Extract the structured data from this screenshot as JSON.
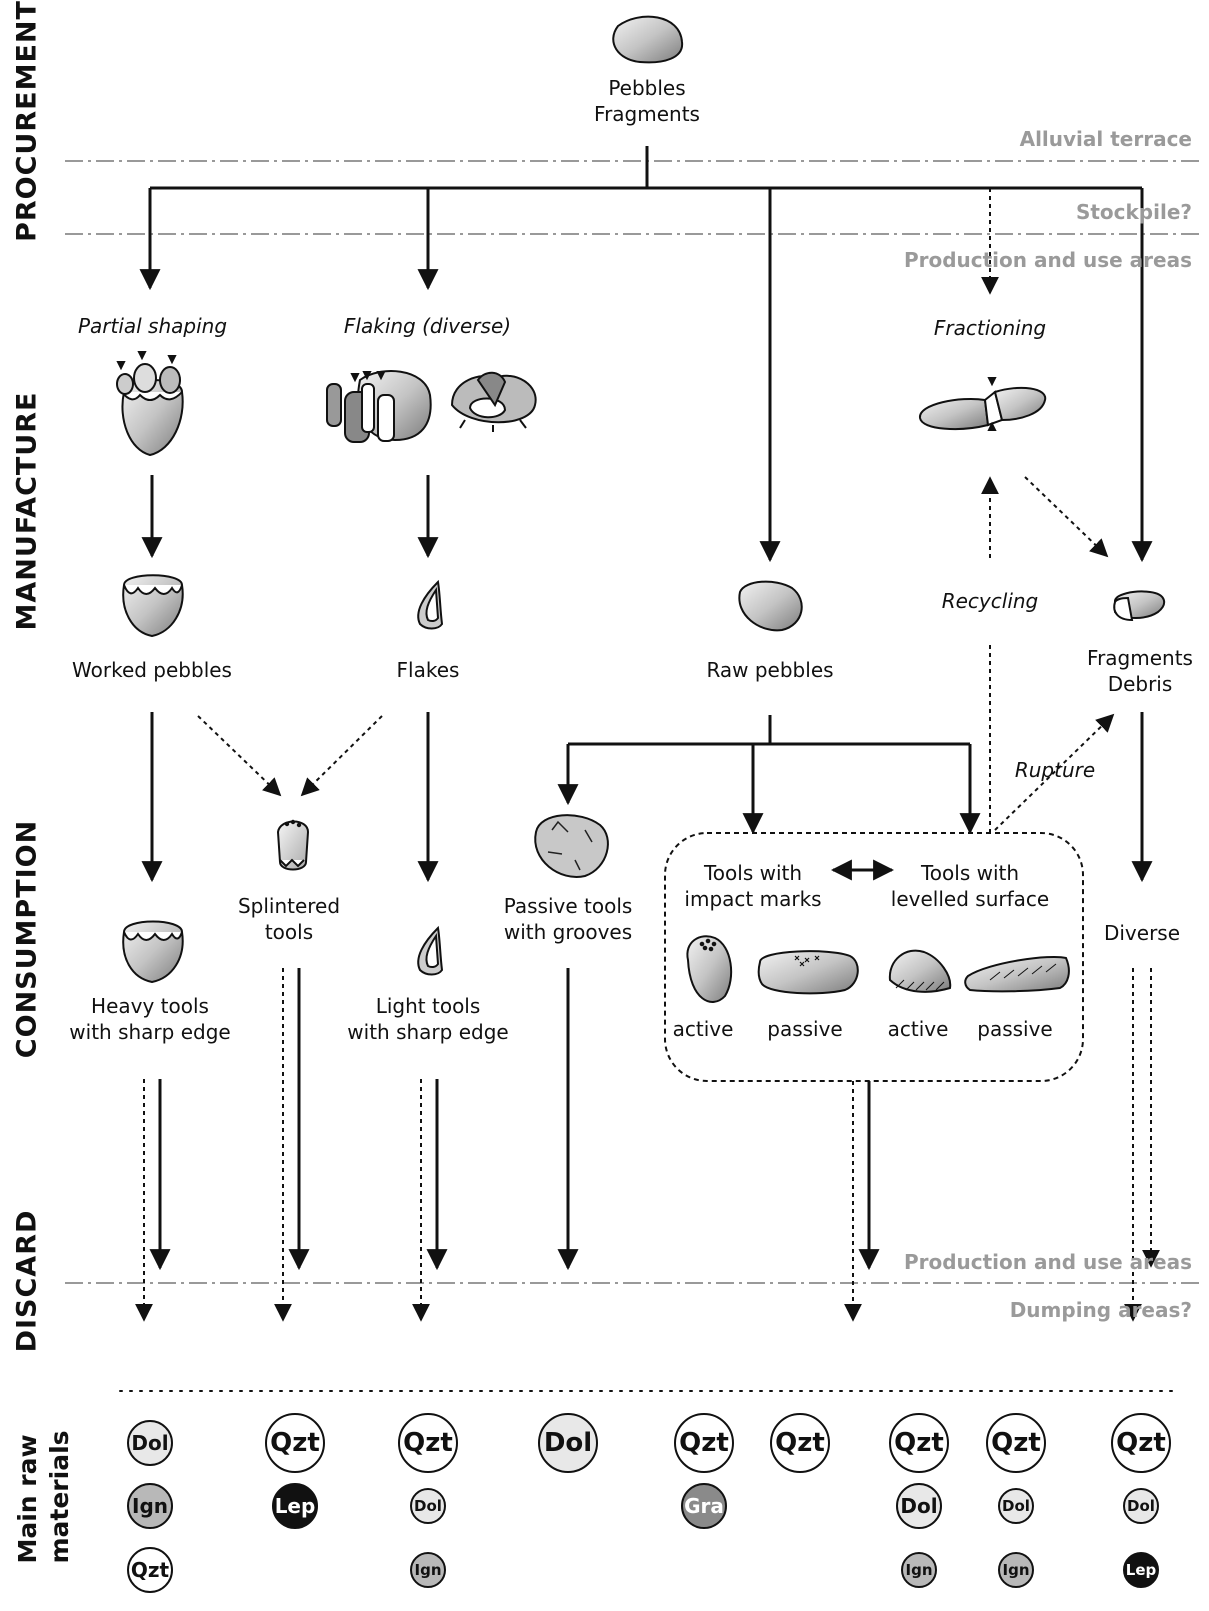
{
  "phases": {
    "procurement": "PROCUREMENT",
    "manufacture": "MANUFACTURE",
    "consumption": "CONSUMPTION",
    "discard": "DISCARD"
  },
  "zones": {
    "alluvial_terrace": "Alluvial terrace",
    "stockpile": "Stockpile?",
    "production_use_top": "Production and use areas",
    "production_use_bottom": "Production and use areas",
    "dumping": "Dumping areas?"
  },
  "nodes": {
    "source": "Pebbles\nFragments",
    "partial_shaping": "Partial shaping",
    "flaking": "Flaking (diverse)",
    "fractioning": "Fractioning",
    "worked_pebbles": "Worked pebbles",
    "flakes": "Flakes",
    "raw_pebbles": "Raw pebbles",
    "recycling": "Recycling",
    "fragments_debris": "Fragments\nDebris",
    "rupture": "Rupture",
    "splintered_tools": "Splintered\ntools",
    "heavy_tools": "Heavy tools\nwith sharp edge",
    "light_tools": "Light tools\nwith sharp edge",
    "passive_grooves": "Passive tools\nwith grooves",
    "impact_tools": "Tools with\nimpact marks",
    "levelled_tools": "Tools with\nlevelled surface",
    "diverse": "Diverse",
    "active_1": "active",
    "passive_1": "passive",
    "active_2": "active",
    "passive_2": "passive"
  },
  "raw_materials": {
    "label": "Main raw\nmaterials",
    "columns": [
      [
        {
          "code": "Dol",
          "type": "dol",
          "size": 2
        },
        {
          "code": "Ign",
          "type": "ign",
          "size": 2
        },
        {
          "code": "Qzt",
          "type": "qzt",
          "size": 2
        }
      ],
      [
        {
          "code": "Qzt",
          "type": "qzt",
          "size": 1
        },
        {
          "code": "Lep",
          "type": "lep",
          "size": 2
        }
      ],
      [
        {
          "code": "Qzt",
          "type": "qzt",
          "size": 1
        },
        {
          "code": "Dol",
          "type": "dol",
          "size": 3
        },
        {
          "code": "Ign",
          "type": "ign",
          "size": 3
        }
      ],
      [
        {
          "code": "Dol",
          "type": "dol",
          "size": 1
        }
      ],
      [
        {
          "code": "Qzt",
          "type": "qzt",
          "size": 1
        },
        {
          "code": "Gra",
          "type": "gra",
          "size": 2
        }
      ],
      [
        {
          "code": "Qzt",
          "type": "qzt",
          "size": 1
        }
      ],
      [
        {
          "code": "Qzt",
          "type": "qzt",
          "size": 1
        },
        {
          "code": "Dol",
          "type": "dol",
          "size": 2
        },
        {
          "code": "Ign",
          "type": "ign",
          "size": 3
        }
      ],
      [
        {
          "code": "Qzt",
          "type": "qzt",
          "size": 1
        },
        {
          "code": "Dol",
          "type": "dol",
          "size": 3
        },
        {
          "code": "Ign",
          "type": "ign",
          "size": 3
        }
      ],
      [
        {
          "code": "Qzt",
          "type": "qzt",
          "size": 1
        },
        {
          "code": "Dol",
          "type": "dol",
          "size": 3
        },
        {
          "code": "Lep",
          "type": "lep",
          "size": 3
        }
      ]
    ]
  },
  "colors": {
    "line": "#111111",
    "zone_text": "#9a9a9a",
    "zone_line": "#999999"
  }
}
